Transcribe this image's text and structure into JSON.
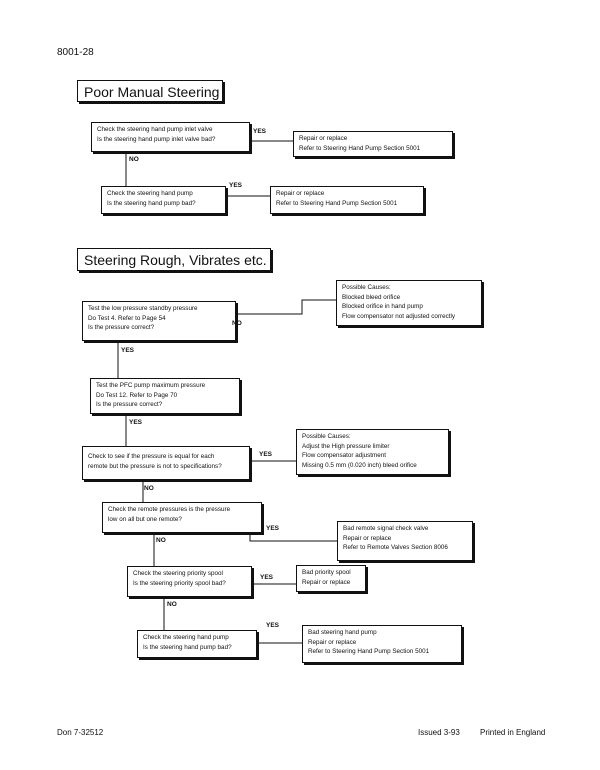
{
  "header": {
    "page_id": "8001-28"
  },
  "sections": {
    "poor_manual": {
      "title": "Poor Manual Steering"
    },
    "rough": {
      "title": "Steering Rough, Vibrates etc."
    }
  },
  "labels": {
    "yes": "YES",
    "no": "NO"
  },
  "poor_manual": {
    "q1": [
      "Check the steering hand pump inlet valve",
      "Is the steering hand pump inlet valve bad?"
    ],
    "a1": [
      "Repair or replace",
      "Refer to Steering Hand Pump Section 5001"
    ],
    "q2": [
      "Check the steering hand pump",
      "Is the steering hand pump bad?"
    ],
    "a2": [
      "Repair or replace",
      "Refer to Steering Hand Pump Section 5001"
    ]
  },
  "rough": {
    "q1": [
      "Test the low pressure standby pressure",
      "Do Test 4. Refer to Page 54",
      "Is the pressure correct?"
    ],
    "a1": [
      "Possible Causes:",
      "Blocked bleed orifice",
      "Blocked orifice in hand pump",
      "Flow compensator not adjusted correctly"
    ],
    "q2": [
      "Test the PFC pump maximum pressure",
      "Do Test 12. Refer to Page 70",
      "Is the pressure correct?"
    ],
    "q3": [
      "Check to see if the pressure is equal for each",
      "remote but the pressure is not to specifications?"
    ],
    "a3": [
      "Possible Causes:",
      "Adjust the High pressure limiter",
      "Flow compensator adjustment",
      "Missing 0.5 mm (0.020 inch) bleed orifice"
    ],
    "q4": [
      "Check the remote pressures is the pressure",
      "low on all but one remote?"
    ],
    "a4": [
      "Bad remote signal check valve",
      "Repair or replace",
      "Refer to Remote Valves Section 8006"
    ],
    "q5": [
      "Check the steering priority spool",
      "Is the steering priority spool bad?"
    ],
    "a5": [
      "Bad priority spool",
      "Repair or replace"
    ],
    "q6": [
      "Check the steering hand pump",
      "Is the steering hand pump bad?"
    ],
    "a6": [
      "Bad steering hand pump",
      "Repair or replace",
      "Refer to Steering Hand Pump Section 5001"
    ]
  },
  "footer": {
    "doc_no": "Don 7-32512",
    "issued": "Issued 3-93",
    "printed": "Printed in England"
  }
}
